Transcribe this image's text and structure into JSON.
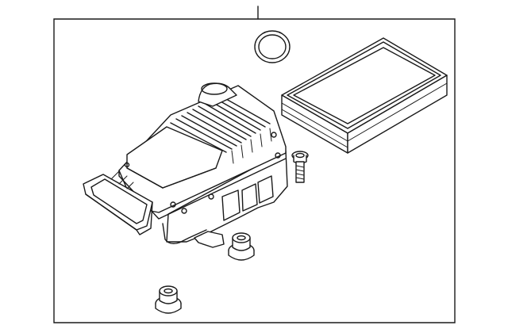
{
  "diagram": {
    "type": "exploded-parts-illustration",
    "labels": [],
    "parts": [
      {
        "name": "air-cleaner-housing"
      },
      {
        "name": "air-filter-element"
      },
      {
        "name": "seal-ring"
      },
      {
        "name": "mounting-bolt"
      },
      {
        "name": "rubber-grommet"
      },
      {
        "name": "rubber-grommet"
      }
    ],
    "colors": {
      "line": "#1a1a1a",
      "background": "#ffffff"
    }
  }
}
